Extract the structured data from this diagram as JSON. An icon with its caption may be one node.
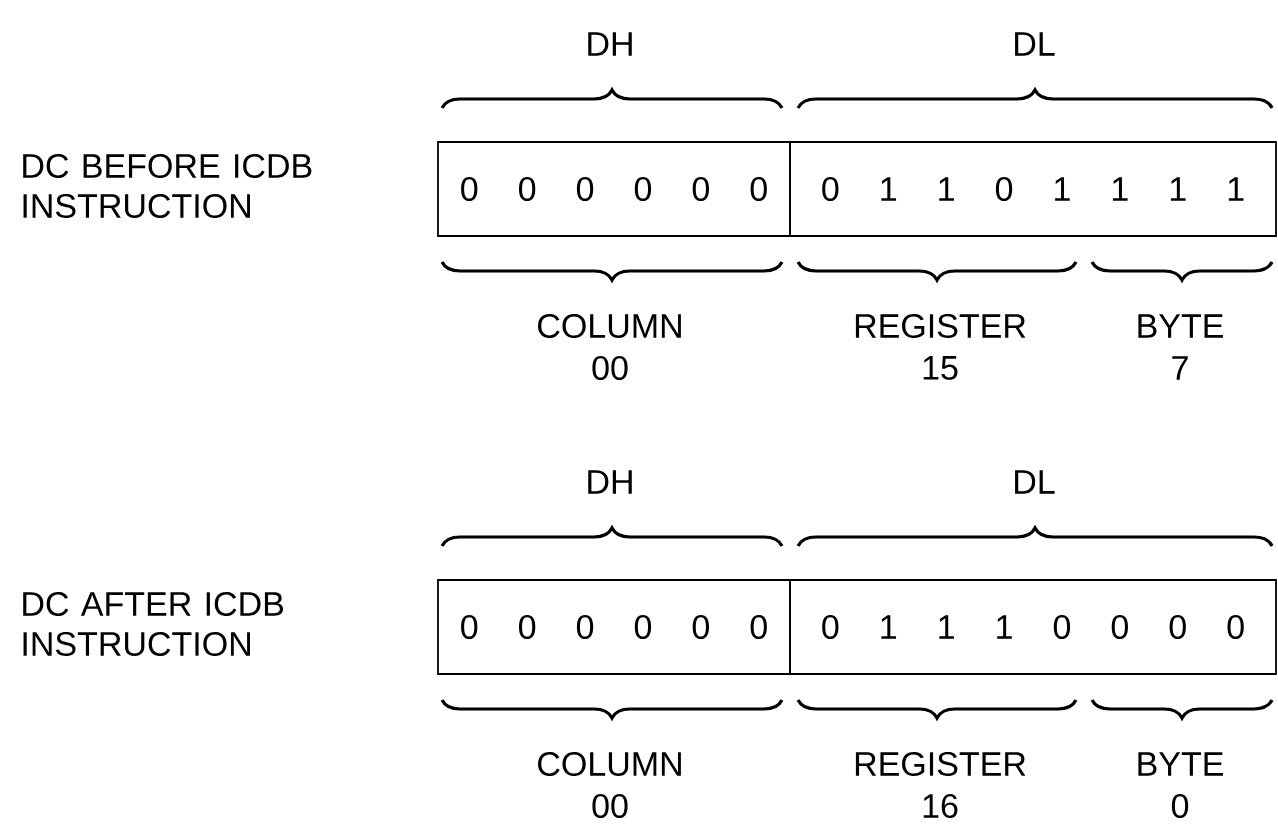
{
  "diagram": {
    "nodes": [
      {
        "text": [
          "0 0 0 0 0 0"
        ]
      },
      {
        "text": [
          "0 1 1 0 1 1 1 1"
        ]
      },
      {
        "text": [
          "0 0 0 0 0 0"
        ]
      },
      {
        "text": [
          "0 1 1 1 0 0 0 0"
        ]
      }
    ],
    "labels": [
      "DH",
      "DL",
      "DC BEFORE ICDB INSTRUCTION",
      "COLUMN",
      "REGISTER",
      "BYTE",
      "00",
      "15",
      "7",
      "DH",
      "DL",
      "DC AFTER ICDB INSTRUCTION",
      "COLUMN",
      "REGISTER",
      "BYTE",
      "00",
      "16",
      "0"
    ]
  }
}
